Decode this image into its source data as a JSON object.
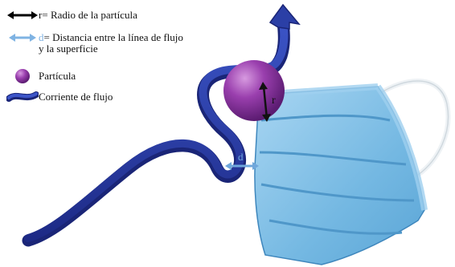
{
  "legend": {
    "radius": {
      "symbol": "r",
      "text": "Radio de la partícula"
    },
    "distance": {
      "symbol": "d",
      "text_line1": "Distancia entre la línea de flujo",
      "text_line2": "y la superficie"
    },
    "particle": {
      "text": "Partícula"
    },
    "stream": {
      "text": "Corriente de flujo"
    }
  },
  "diagram": {
    "particle_label": "r",
    "distance_label": "d"
  },
  "colors": {
    "stream": "#2b3fa6",
    "stream_dark": "#1a2577",
    "particle": "#8e3aa3",
    "mask": "#74b8e2",
    "mask_dark": "#4f97c9",
    "distance_arrow": "#6fa7db"
  },
  "icons": [
    "double-arrow-icon",
    "light-double-arrow-icon",
    "particle-sphere-icon",
    "stream-ribbon-icon",
    "mask-illustration"
  ]
}
